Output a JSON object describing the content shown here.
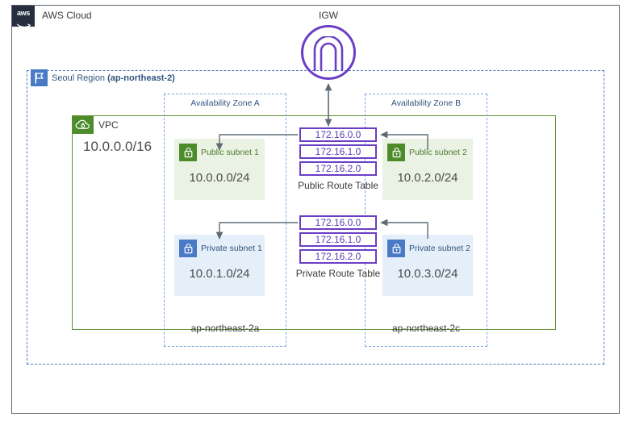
{
  "cloud": {
    "label": "AWS Cloud",
    "logo_text": "aws",
    "logo_icon": "aws-logo-icon"
  },
  "region": {
    "icon": "region-flag-icon",
    "name": "Seoul Region",
    "code": "(ap-northeast-2)"
  },
  "vpc": {
    "icon": "vpc-cloud-icon",
    "label": "VPC",
    "cidr": "10.0.0.0/16",
    "accent": "#5f9133"
  },
  "igw": {
    "label": "IGW",
    "icon": "internet-gateway-icon",
    "color": "#6b3fc4"
  },
  "availability_zones": [
    {
      "title": "Availability Zone A",
      "footer": "ap-northeast-2a",
      "subnets": [
        {
          "name": "Public subnet 1",
          "cidr": "10.0.0.0/24",
          "type": "public",
          "icon": "lock-icon"
        },
        {
          "name": "Private subnet 1",
          "cidr": "10.0.1.0/24",
          "type": "private",
          "icon": "lock-icon"
        }
      ]
    },
    {
      "title": "Availability Zone B",
      "footer": "ap-northeast-2c",
      "subnets": [
        {
          "name": "Public subnet 2",
          "cidr": "10.0.2.0/24",
          "type": "public",
          "icon": "lock-icon"
        },
        {
          "name": "Private subnet 2",
          "cidr": "10.0.3.0/24",
          "type": "private",
          "icon": "lock-icon"
        }
      ]
    }
  ],
  "route_tables": [
    {
      "caption": "Public Route Table",
      "rows": [
        "172.16.0.0",
        "172.16.1.0",
        "172.16.2.0"
      ],
      "color": "#6b3fc4"
    },
    {
      "caption": "Private Route Table",
      "rows": [
        "172.16.0.0",
        "172.16.1.0",
        "172.16.2.0"
      ],
      "color": "#6b3fc4"
    }
  ],
  "colors": {
    "cloud_border": "#5a6670",
    "region_dash": "#4e79c4",
    "az_dash": "#7aa7e0",
    "public_fill": "#eaf2e3",
    "private_fill": "#e5eff9",
    "connector": "#5f6b75"
  }
}
